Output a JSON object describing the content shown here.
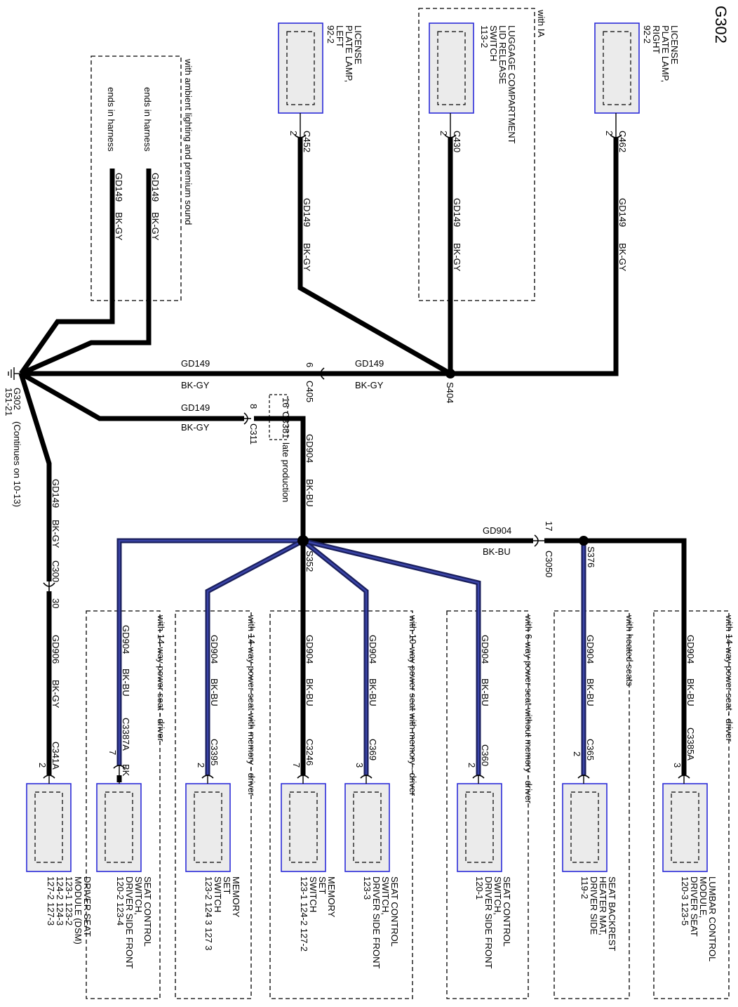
{
  "title": "G302",
  "ground": {
    "name": "G302",
    "ref": "151-21",
    "note": "(Continues on 10-13)"
  },
  "splices": {
    "s404": "S404",
    "s352": "S352",
    "s376": "S376"
  },
  "inline": {
    "c405": {
      "name": "C405",
      "pin": "6"
    },
    "c311": {
      "name": "C311",
      "pin": "8"
    },
    "c3381": {
      "name": "C3381",
      "pin": "16",
      "note": "late production"
    },
    "c300": {
      "name": "C300",
      "pin": "30"
    },
    "c3050": {
      "name": "C3050",
      "pin": "17"
    }
  },
  "wires": {
    "gd149": "GD149",
    "bkgy": "BK-GY",
    "gd904": "GD904",
    "bkbu": "BK-BU",
    "gd906": "GD906",
    "bk": "BK"
  },
  "ambient": {
    "title": "with ambient lighting and premium sound",
    "end1": "ends in harness",
    "end2": "ends in harness"
  },
  "ia": {
    "title": "with IA"
  },
  "top_components": [
    {
      "lines": [
        "LICENSE",
        "PLATE LAMP,",
        "LEFT",
        "92-2"
      ],
      "conn": "C452",
      "pin": "2"
    },
    {
      "lines": [
        "LUGGAGE COMPARTMENT",
        "LID RELEASE",
        "SWITCH",
        "113-2"
      ],
      "conn": "C430",
      "pin": "2"
    },
    {
      "lines": [
        "LICENSE",
        "PLATE LAMP,",
        "RIGHT",
        "92-2"
      ],
      "conn": "C462",
      "pin": "2"
    }
  ],
  "bottom_components": [
    {
      "group": "",
      "lines": [
        "DRIVER SEAT",
        "MODULE (DSM)",
        "123-1    123-2",
        "124-2    124-3",
        "127-2    127-3"
      ],
      "conn": "C341A",
      "pin": "2"
    },
    {
      "group": "with 14-way power seat - driver",
      "lines": [
        "SEAT CONTROL",
        "SWITCH,",
        "DRIVER SIDE FRONT",
        "120-2    123-4"
      ],
      "conn": "C3387A",
      "pin": "7"
    },
    {
      "group": "with 14-way power seat with memory - driver",
      "lines": [
        "MEMORY",
        "SET",
        "SWITCH",
        "123-2    124 3    127 3"
      ],
      "conn": "C3395",
      "pin": "2"
    },
    {
      "group": "with 10-way power seat with memory - driver",
      "lines": [
        "MEMORY",
        "SET",
        "SWITCH",
        "123-1    124-2    127-2"
      ],
      "conn": "C3246",
      "pin": "7"
    },
    {
      "group": "",
      "lines": [
        "SEAT CONTROL",
        "SWITCH,",
        "DRIVER SIDE FRONT",
        "123-3"
      ],
      "conn": "C369",
      "pin": "3"
    },
    {
      "group": "with 6-way power seat without memory - driver",
      "lines": [
        "SEAT CONTROL",
        "SWITCH,",
        "DRIVER SIDE FRONT",
        "120-1"
      ],
      "conn": "C360",
      "pin": "2"
    },
    {
      "group": "with heated seats",
      "lines": [
        "SEAT BACKREST",
        "HEATER MAT,",
        "DRIVER SIDE",
        "119-2"
      ],
      "conn": "C365",
      "pin": "2"
    },
    {
      "group": "with 14-way power seat - driver",
      "lines": [
        "LUMBAR CONTROL",
        "MODULE,",
        "DRIVER SEAT",
        "120-3    123-5"
      ],
      "conn": "C3385A",
      "pin": "3"
    }
  ]
}
